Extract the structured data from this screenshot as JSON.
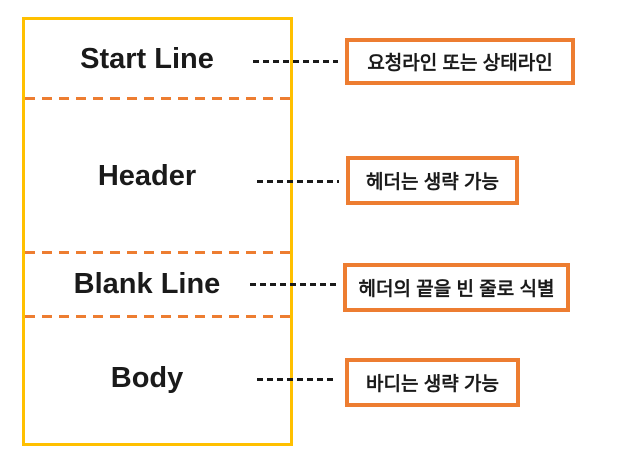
{
  "colors": {
    "main_box_border": "#FFC000",
    "divider": "#ED7D31",
    "annotation_border": "#ED7D31",
    "connector": "#1a1a1a",
    "text": "#1a1a1a",
    "background": "#ffffff"
  },
  "sections": [
    {
      "label": "Start Line",
      "annotation": "요청라인 또는 상태라인"
    },
    {
      "label": "Header",
      "annotation": "헤더는 생략 가능"
    },
    {
      "label": "Blank Line",
      "annotation": "헤더의 끝을 빈 줄로 식별"
    },
    {
      "label": "Body",
      "annotation": "바디는 생략 가능"
    }
  ]
}
